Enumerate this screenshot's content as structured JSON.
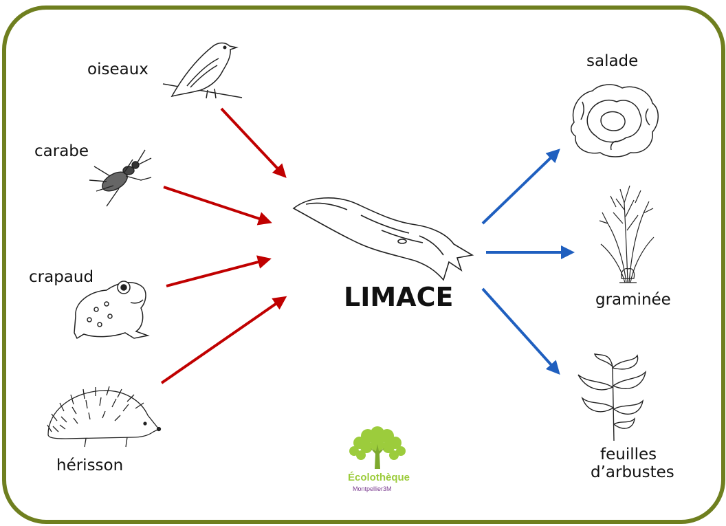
{
  "title": "LIMACE",
  "predators": {
    "birds": "oiseaux",
    "beetle": "carabe",
    "toad": "crapaud",
    "hedgehog": "hérisson"
  },
  "food": {
    "lettuce": "salade",
    "grass": "graminée",
    "leaves_line1": "feuilles",
    "leaves_line2": "d’arbustes"
  },
  "logo": {
    "name": "Écolothèque",
    "sub": "Montpellier3M"
  },
  "colors": {
    "frame": "#6f7f1f",
    "predator_arrow": "#c00000",
    "food_arrow": "#1f5fbf",
    "logo_green": "#9ccc3c",
    "logo_purple": "#7a3b8f"
  }
}
